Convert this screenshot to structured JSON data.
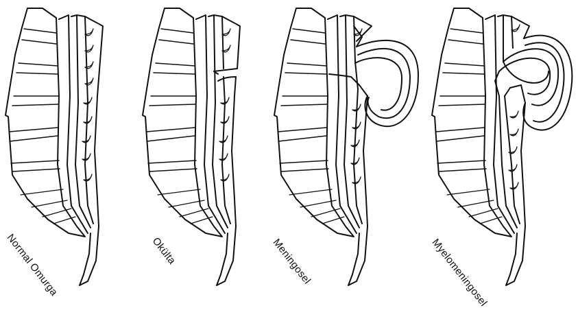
{
  "figure": {
    "panels": [
      {
        "id": "normal",
        "label": "Normal Omurga"
      },
      {
        "id": "okulta",
        "label": "Okülta"
      },
      {
        "id": "meningosel",
        "label": "Meningosel"
      },
      {
        "id": "myelomeningosel",
        "label": "Myelomeningosel"
      }
    ],
    "colors": {
      "line": "#111111",
      "background": "#ffffff"
    }
  }
}
